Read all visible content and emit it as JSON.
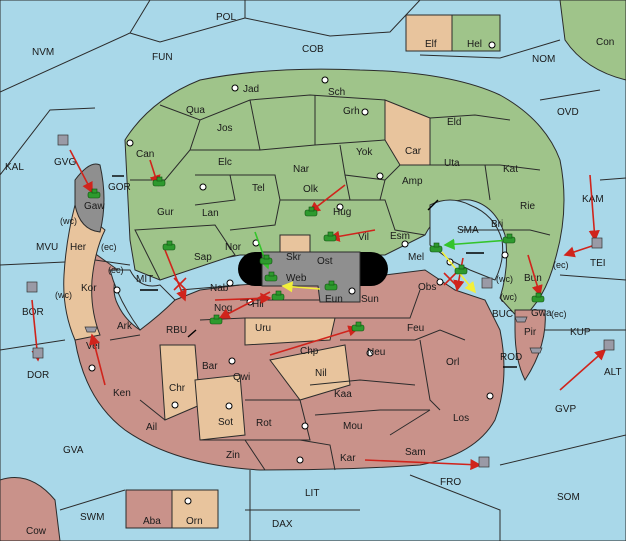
{
  "colors": {
    "sea": "#a9d8e9",
    "green": "#9fc48a",
    "red": "#c9928a",
    "tan": "#e8c49d",
    "gray": "#8f8f8f",
    "dark_gray": "#7f7f7f",
    "black": "#000000",
    "arrow_red": "#d0241c",
    "arrow_yellow": "#f2ef3a",
    "arrow_green": "#34c42b"
  },
  "map": {
    "sea_labels": [
      "POL",
      "NVM",
      "FUN",
      "COB",
      "NOM",
      "OVD",
      "Con",
      "KAL",
      "GVG",
      "GOR",
      "KAM",
      "MVU",
      "MIT",
      "TEI",
      "BOR",
      "RBU",
      "BUC",
      "KUP",
      "DOR",
      "ROD",
      "ALT",
      "GVP",
      "GVA",
      "FRO",
      "SOM",
      "LIT",
      "SWM",
      "DAX",
      "Cow"
    ],
    "land_labels": [
      "Jad",
      "Sch",
      "Qua",
      "Grh",
      "Jos",
      "Can",
      "Eld",
      "Car",
      "Elc",
      "Nar",
      "Yok",
      "Uta",
      "Kat",
      "Tel",
      "Olk",
      "Amp",
      "Gur",
      "Lan",
      "Hug",
      "Rie",
      "Gaw",
      "Vil",
      "Esm",
      "Bri",
      "Nor",
      "Skr",
      "Ost",
      "SMA",
      "Her",
      "Sap",
      "Mel",
      "Web",
      "Bun",
      "Kor",
      "Nab",
      "Eun",
      "Sun",
      "Obs",
      "Gwa",
      "Pir",
      "Nog",
      "Hil",
      "Ark",
      "Uru",
      "Feu",
      "Vel",
      "Chp",
      "Neu",
      "Orl",
      "Bar",
      "Qwi",
      "Nil",
      "Ken",
      "Chr",
      "Kaa",
      "Los",
      "Sot",
      "Rot",
      "Mou",
      "Ail",
      "Zin",
      "Sam",
      "Kar",
      "Elf",
      "Hel",
      "Aba",
      "Orn"
    ],
    "coast_markers": [
      "(wc)",
      "(ec)",
      "(ec)",
      "(wc)",
      "(wc)",
      "(ec)",
      "(wc)",
      "(ec)"
    ],
    "legend_top": [
      "Elf",
      "Hel"
    ],
    "legend_bottom": [
      "Aba",
      "Orn"
    ]
  }
}
